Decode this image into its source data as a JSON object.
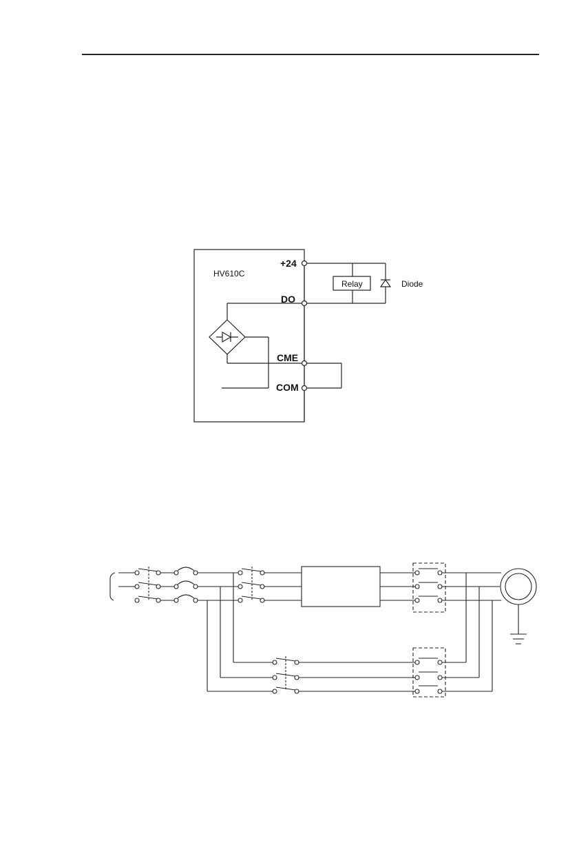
{
  "diagram1": {
    "device_label": "HV610C",
    "terminal_24": "+24",
    "terminal_do": "DO",
    "terminal_cme": "CME",
    "terminal_com": "COM",
    "relay_label": "Relay",
    "diode_label": "Diode"
  },
  "colors": {
    "line": "#222222",
    "background": "#ffffff"
  }
}
